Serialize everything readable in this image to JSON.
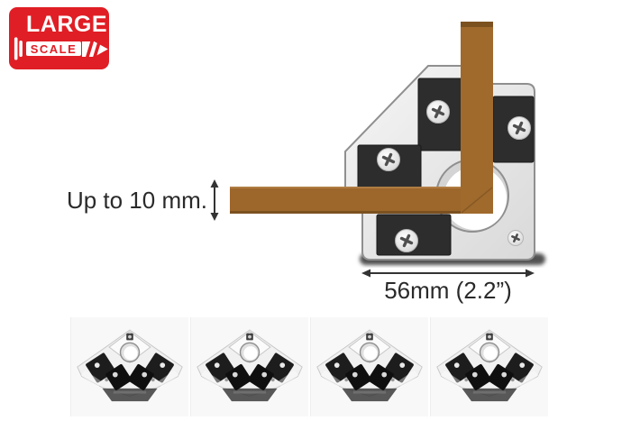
{
  "badge": {
    "line1": "LARGE",
    "line2": "SCALE"
  },
  "diagram": {
    "thickness_label": "Up to 10 mm.",
    "width_label": "56mm (2.2”)"
  },
  "colors": {
    "badge_red": "#e01e25",
    "wood": "#9d672b",
    "wood_shadow": "#7c5120",
    "plate_light": "#f6f6f6",
    "plate_dark": "#d9d9d9",
    "magnet": "#2d2d2d",
    "dimension_text": "#2a2a2a"
  },
  "gallery": {
    "count": 4
  }
}
